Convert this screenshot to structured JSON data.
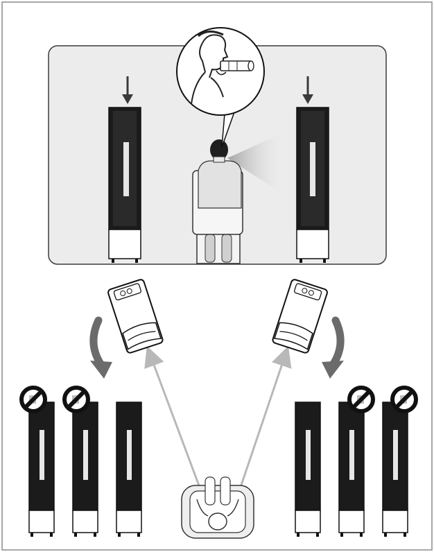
{
  "colors": {
    "background": "#ffffff",
    "border": "#8a8a8a",
    "room_fill": "#ececec",
    "room_stroke": "#3a3a3a",
    "speaker_body": "#1b1b1b",
    "speaker_highlight": "#e6e6e6",
    "speaker_base": "#ffffff",
    "toe_in_arrow": "#6b6b6b",
    "sight_line": "#b8b8b8",
    "prohibited": "#111111"
  },
  "icons": {
    "down_arrow": "down-arrow-icon",
    "rotate_arrow": "rotate-arrow-icon",
    "prohibited": "prohibited-icon",
    "sight_line": "sight-line-arrow-icon"
  },
  "scene": {
    "top_view": {
      "speakers": [
        "left",
        "right"
      ],
      "listener": "seated-back-view",
      "callout": "listener-ear-level-zoom"
    },
    "bottom_view": {
      "rotated_speakers": [
        "left",
        "right"
      ],
      "row_left": [
        {
          "position": 1,
          "allowed": false
        },
        {
          "position": 2,
          "allowed": false
        },
        {
          "position": 3,
          "allowed": true
        }
      ],
      "row_right": [
        {
          "position": 1,
          "allowed": true
        },
        {
          "position": 2,
          "allowed": false
        },
        {
          "position": 3,
          "allowed": false
        }
      ],
      "listener": "seated-top-view"
    }
  }
}
